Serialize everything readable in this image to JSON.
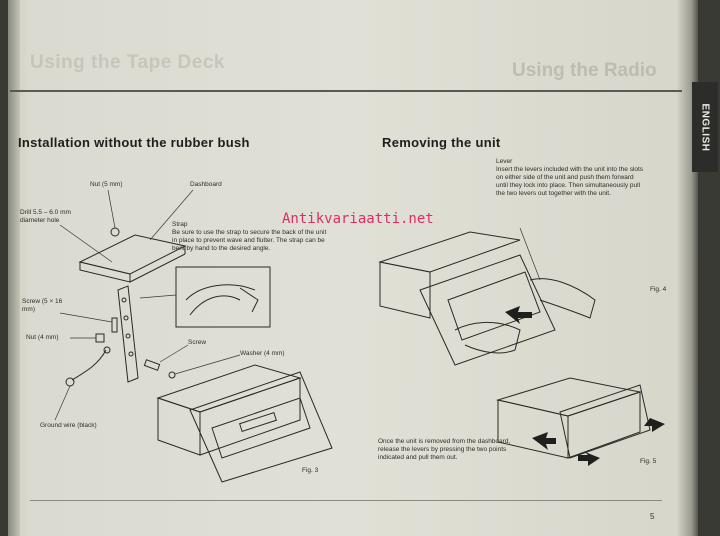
{
  "header": {
    "left_title": "Using the Tape Deck",
    "right_title": "Using the Radio",
    "language_tab": "ENGLISH"
  },
  "left_section": {
    "title": "Installation without the rubber bush",
    "labels": {
      "nut5": "Nut (5 mm)",
      "dashboard": "Dashboard",
      "drill": "Drill 5.5 – 6.0 mm diameter hole",
      "strap_title": "Strap",
      "strap_text": "Be sure to use the strap to secure the back of the unit in place to prevent wave and flutter. The strap can be bent by hand to the desired angle.",
      "screw_size": "Screw (5 × 16 mm)",
      "nut4": "Nut (4 mm)",
      "screw": "Screw",
      "washer": "Washer (4 mm)",
      "ground": "Ground wire (black)",
      "fig": "Fig. 3"
    }
  },
  "right_section": {
    "title": "Removing the unit",
    "lever_title": "Lever",
    "lever_text": "Insert the levers included with the unit into the slots on either side of the unit and push them forward until they lock into place. Then simultaneously pull the two levers out together with the unit.",
    "fig4": "Fig. 4",
    "removed_text": "Once the unit is removed from the dashboard, release the levers by pressing the two points indicated and pull them out.",
    "fig5": "Fig. 5"
  },
  "watermark": "Antikvariaatti.net",
  "page_number": "5"
}
